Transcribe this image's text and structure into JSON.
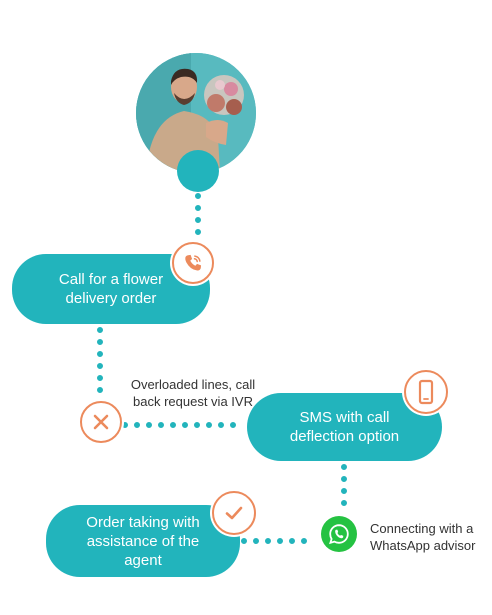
{
  "steps": {
    "call": {
      "label": "Call for a flower\ndelivery order",
      "icon": "phone-icon"
    },
    "sms": {
      "label": "SMS with call\ndeflection option",
      "icon": "mobile-phone-icon"
    },
    "order": {
      "label": "Order taking with\nassistance of the\nagent",
      "icon": "checkmark-icon"
    }
  },
  "notes": {
    "overloaded": "Overloaded lines, call\nback request via IVR",
    "whatsapp": "Connecting with a\nWhatsApp advisor"
  },
  "icons": {
    "rejected": "close-x-icon",
    "whatsapp": "whatsapp-icon"
  },
  "colors": {
    "teal": "#22b4bc",
    "orange": "#ec8a5c",
    "whatsapp_green": "#25c242"
  }
}
